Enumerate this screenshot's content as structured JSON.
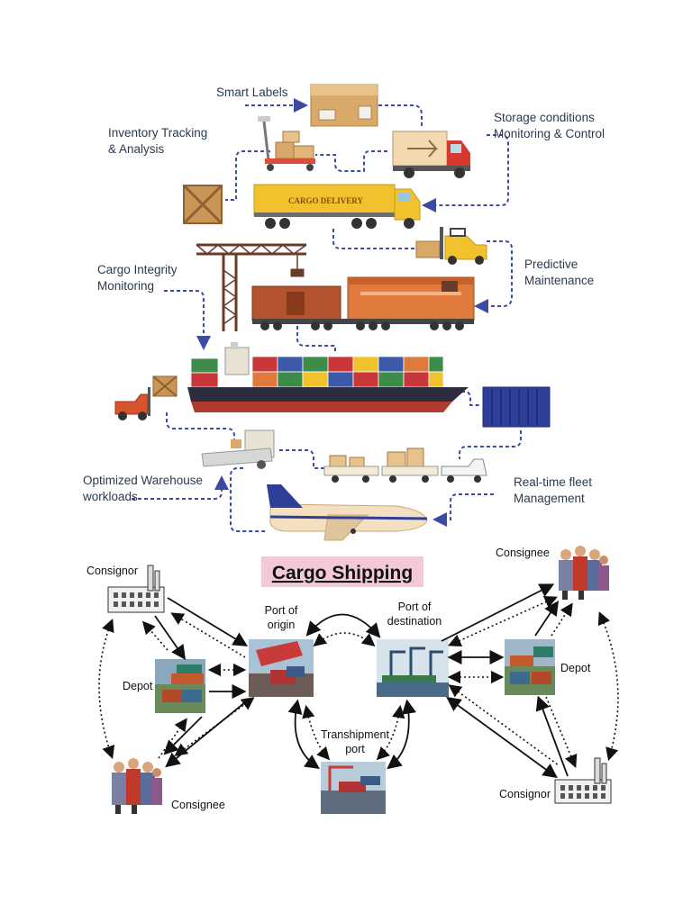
{
  "top_diagram": {
    "labels": {
      "smart_labels": "Smart Labels",
      "inventory_line1": "Inventory Tracking",
      "inventory_line2": "& Analysis",
      "storage_line1": "Storage conditions",
      "storage_line2": "Monitoring & Control",
      "cargo_integrity_line1": "Cargo Integrity",
      "cargo_integrity_line2": "Monitoring",
      "predictive_line1": "Predictive",
      "predictive_line2": "Maintenance",
      "warehouse_line1": "Optimized Warehouse",
      "warehouse_line2": "workloads",
      "fleet_line1": "Real-time fleet",
      "fleet_line2": "Management"
    },
    "truck_brand": "CARGO DELIVERY"
  },
  "bottom_diagram": {
    "title": "Cargo Shipping",
    "labels": {
      "consignor_left": "Consignor",
      "consignee_right": "Consignee",
      "depot_left": "Depot",
      "depot_right": "Depot",
      "port_origin_line1": "Port of",
      "port_origin_line2": "origin",
      "port_destination_line1": "Port of",
      "port_destination_line2": "destination",
      "transhipment_line1": "Transhipment",
      "transhipment_line2": "port",
      "consignee_left": "Consignee",
      "consignor_right": "Consignor"
    }
  },
  "colors": {
    "dash_line": "#3b4aa3",
    "title_bg": "#f3c9d6",
    "truck_yellow": "#f2c12e",
    "ship_hull": "#2d2d3f"
  }
}
